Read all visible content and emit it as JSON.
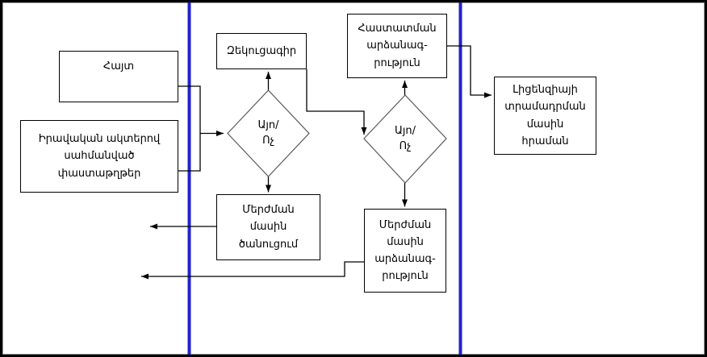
{
  "diagram": {
    "type": "flowchart",
    "language": "Armenian",
    "background_color": "#ffffff",
    "border_color": "#000000",
    "lane_divider_color": "#2222CC",
    "connector_color": "#000000",
    "decision_outline_color": "#595959",
    "nodes": {
      "application": {
        "label": "Հայտ"
      },
      "legal_documents": {
        "label": "Իրավական ակտերով\nսահմանված\nփաստաթղթեր"
      },
      "report": {
        "label": "Զեկուցագիր"
      },
      "decision1": {
        "label": "Այո/\nՈչ"
      },
      "approval_protocol": {
        "label": "Հաստատման\nարձանագ-\nրություն"
      },
      "decision2": {
        "label": "Այո/\nՈչ"
      },
      "license_order": {
        "label": "Լիցենզիայի\nտրամադրման\nմասին\nհրաման"
      },
      "rejection_notice": {
        "label": "Մերժման\nմասին\nծանուցում"
      },
      "rejection_protocol": {
        "label": "Մերժման\nմասին\nարձանագ-\nրություն"
      }
    }
  }
}
